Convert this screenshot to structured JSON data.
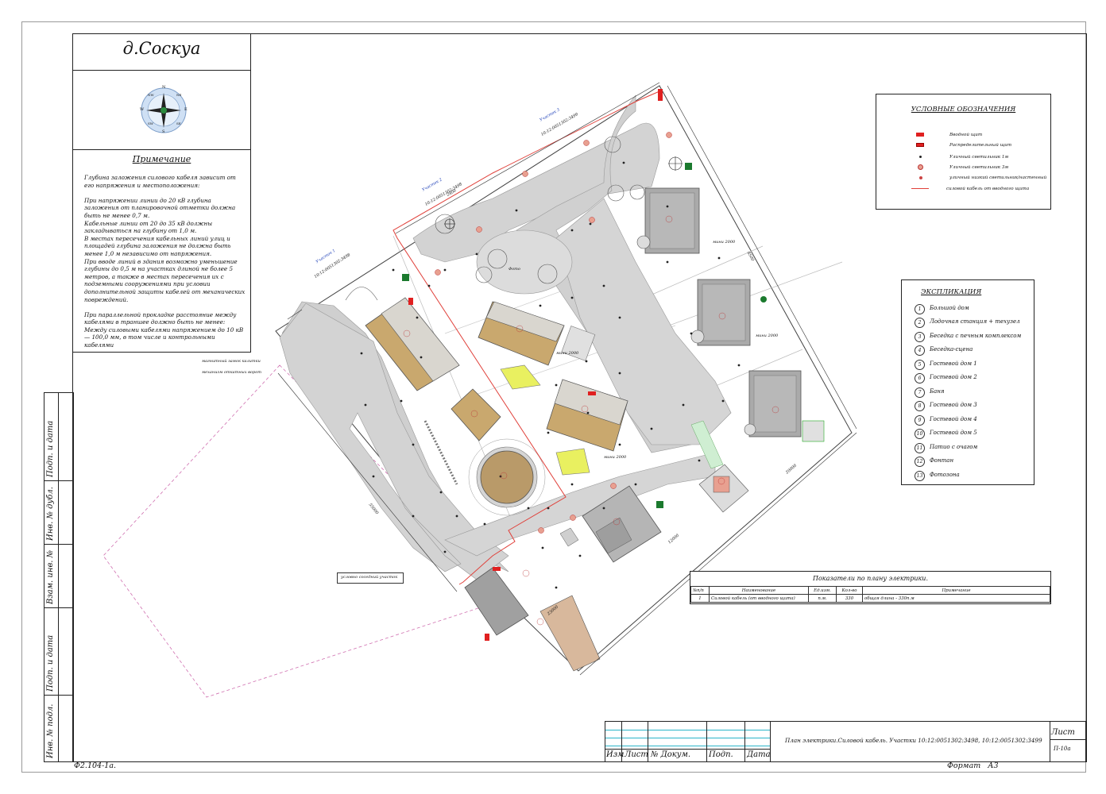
{
  "title": "д.Соскуа",
  "compass": {
    "n": "N",
    "s": "S",
    "e": "E",
    "w": "W",
    "nw": "NW",
    "ne": "NE",
    "sw": "SW",
    "se": "SE"
  },
  "note": {
    "heading": "Примечание",
    "body": "Глубина заложения силового кабеля зависит от его напряжения и местоположения:\n\nПри напряжении линии до 20 кВ глубина заложения от планировочной отметки должна быть не менее 0,7 м.\nКабельные линии от 20 до 35 кВ должны закладываться на глубину от 1,0 м.\nВ местах пересечения кабельных линий улиц и площадей глубина заложения не должна быть менее 1,0 м независимо от напряжения.\nПри вводе линий в здания возможно уменьшение глубины до 0,5 м на участках длиной не более 5 метров, а также в местах пересечения их с подземными сооружениями при условии дополнительной защиты кабелей от механических повреждений.\n\nПри параллельной прокладке расстояние между кабелями в траншее должно быть не менее:\nМежду силовыми кабелями напряжением до 10 кВ — 100,0 мм, в том числе и контрольными кабелями"
  },
  "legend": {
    "heading": "УСЛОВНЫЕ ОБОЗНАЧЕНИЯ",
    "items": [
      {
        "icon": "input-panel-icon",
        "label": "Вводной щит"
      },
      {
        "icon": "distribution-panel-icon",
        "label": "Распределительный щит"
      },
      {
        "icon": "street-lamp-1m-icon",
        "label": "Уличный светильник 1м"
      },
      {
        "icon": "street-lamp-3m-icon",
        "label": "Уличный светильник 3м"
      },
      {
        "icon": "street-lamp-wall-icon",
        "label": "уличный низкий светильник/настенный"
      },
      {
        "icon": "power-cable-icon",
        "label": "силовой кабель от вводного щита"
      }
    ]
  },
  "explication": {
    "heading": "ЭКСПЛИКАЦИЯ",
    "items": [
      {
        "num": "1",
        "label": "Большой дом"
      },
      {
        "num": "2",
        "label": "Лодочная станция + техузел"
      },
      {
        "num": "3",
        "label": "Беседка с печным комплексом"
      },
      {
        "num": "4",
        "label": "Беседка-сцена"
      },
      {
        "num": "5",
        "label": "Гостевой дом 1"
      },
      {
        "num": "6",
        "label": "Гостевой дом 2"
      },
      {
        "num": "7",
        "label": "Баня"
      },
      {
        "num": "8",
        "label": "Гостевой дом 3"
      },
      {
        "num": "9",
        "label": "Гостевой дом 4"
      },
      {
        "num": "10",
        "label": "Гостевой дом 5"
      },
      {
        "num": "11",
        "label": "Патио с очагом"
      },
      {
        "num": "12",
        "label": "Фонтан"
      },
      {
        "num": "13",
        "label": "Фотозона"
      }
    ]
  },
  "indicators": {
    "heading": "Показатели по плану электрики.",
    "headers": [
      "№п/п",
      "Наименование",
      "Ед.изм.",
      "Кол-во",
      "Примечание"
    ],
    "rows": [
      [
        "1",
        "Силовой кабель (от вводного щита)",
        "п.м.",
        "330",
        "общая длина - 330п.м"
      ]
    ]
  },
  "plan_labels": {
    "plot1": "Участок 1",
    "plot1_cad": "10:12:0051302:3498",
    "plot2": "Участок 2",
    "plot2_cad": "10:12:0051302:3498",
    "plot3": "Участок 3",
    "plot3_cad": "10:12:0051302:3499",
    "neighbor": "условно соседний участок",
    "barrier1": "магнитный замок калитки",
    "barrier2": "механизм откатных ворот",
    "dim_top": "2400",
    "dim_right": "8500",
    "dim_bottom1": "20000",
    "dim_bottom2": "12000",
    "dim_left": "55000",
    "dim_lower": "23000",
    "mini_1": "мини 2000",
    "mini_2": "мини 2000",
    "mini_3": "мини 2000",
    "mini_4": "мини 2000",
    "photo": "Фото"
  },
  "side_strip": [
    "Инв. № подл.",
    "Подп. и дата",
    "Взам. инв. №",
    "Инв. № дубл.",
    "Подп. и дата"
  ],
  "stamp": {
    "cols": [
      "Изм",
      "Лист",
      "№ Докум.",
      "Подп.",
      "Дата"
    ],
    "doc_title": "План электрики.Силовой кабель. Участки 10:12:0051302:3498, 10:12:0051302:3499",
    "sheet_label": "Лист",
    "sheet_num": "П-10а"
  },
  "footer": {
    "form": "Ф2.104-1а.",
    "format": "Формат   А3"
  }
}
